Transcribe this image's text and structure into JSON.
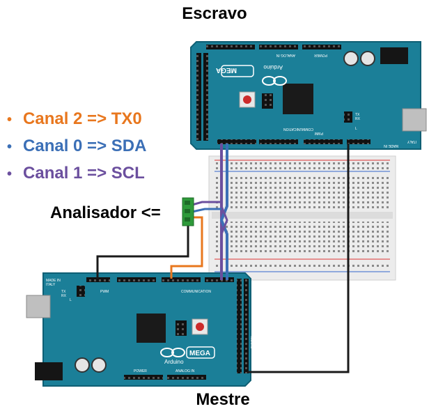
{
  "labels": {
    "slave": "Escravo",
    "master": "Mestre",
    "analyzer": "Analisador <="
  },
  "legend": [
    {
      "bullet": "•",
      "text": "Canal 2 => TX0",
      "color": "#e8771e"
    },
    {
      "bullet": "•",
      "text": "Canal 0  => SDA",
      "color": "#3b6fb6"
    },
    {
      "bullet": "•",
      "text": "Canal 1 => SCL",
      "color": "#6b4f9e"
    }
  ],
  "board_text": {
    "model": "MEGA",
    "brand": "Arduino",
    "made_in": "MADE IN",
    "country": "ITALY",
    "communication": "COMMUNICATION",
    "power": "POWER",
    "analog_in": "ANALOG IN",
    "digital": "DIGITAL",
    "pwm": "PWM",
    "tx": "TX",
    "rx": "RX",
    "l": "L"
  },
  "colors": {
    "board": "#1b7f98",
    "board_dark": "#0f5f74",
    "wire_orange": "#e8771e",
    "wire_blue": "#3b6fb6",
    "wire_purple": "#6b4f9e",
    "wire_black": "#1a1a1a",
    "connector": "#2e9a3a",
    "breadboard": "#e9e9e9"
  }
}
